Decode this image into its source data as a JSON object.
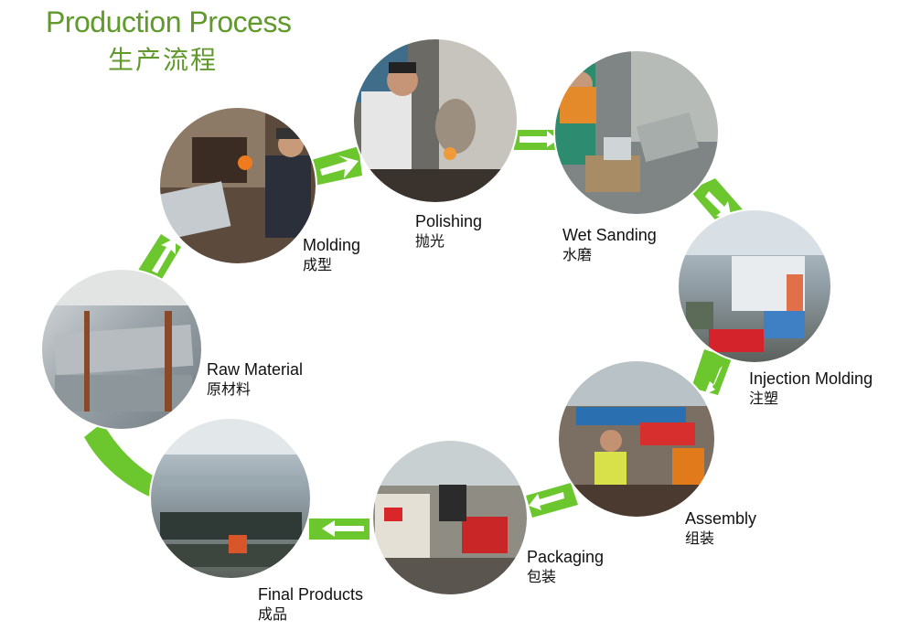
{
  "title": {
    "en": "Production Process",
    "zh": "生产流程"
  },
  "colors": {
    "accent": "#6cc62e",
    "title": "#5f9a2a"
  },
  "steps": [
    {
      "en": "Molding",
      "zh": "成型",
      "photo": "molding-photo"
    },
    {
      "en": "Polishing",
      "zh": "抛光",
      "photo": "polishing-photo"
    },
    {
      "en": "Wet Sanding",
      "zh": "水磨",
      "photo": "wet-sanding-photo"
    },
    {
      "en": "Injection Molding",
      "zh": "注塑",
      "photo": "injection-molding-photo"
    },
    {
      "en": "Assembly",
      "zh": "组装",
      "photo": "assembly-photo"
    },
    {
      "en": "Packaging",
      "zh": "包装",
      "photo": "packaging-photo"
    },
    {
      "en": "Final Products",
      "zh": "成品",
      "photo": "final-products-photo"
    },
    {
      "en": "Raw Material",
      "zh": "原材料",
      "photo": "raw-material-photo"
    }
  ]
}
